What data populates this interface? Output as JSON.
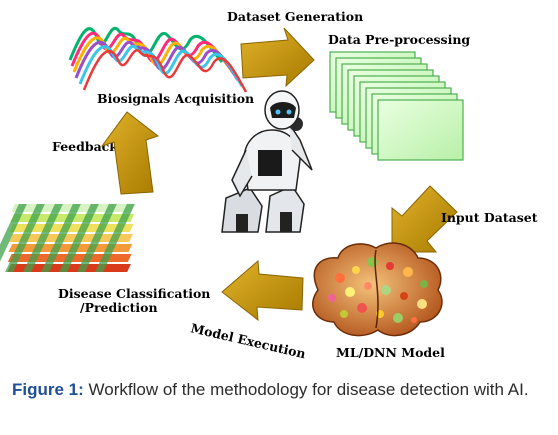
{
  "labels": {
    "dataset_generation": "Dataset Generation",
    "data_preprocessing": "Data Pre-processing",
    "biosignals": "Biosignals Acquisition",
    "feedback": "Feedback",
    "input_dataset": "Input Dataset",
    "disease_classification_line1": "Disease Classification",
    "disease_classification_line2": "/Prediction",
    "model_execution": "Model Execution",
    "ml_dnn_model": "ML/DNN Model"
  },
  "caption": {
    "prefix": "Figure 1:",
    "text": " Workflow of the methodology for disease detection with AI."
  },
  "colors": {
    "arrow": "#c89a08",
    "sheet_fill": "#c8f5b5",
    "sheet_edge": "#4caf50",
    "caption_label": "#1f4f98"
  },
  "icons": [
    "biosignal-waves",
    "data-sheets-stack",
    "thinking-robot",
    "heatmap-grid",
    "brain-mosaic"
  ]
}
